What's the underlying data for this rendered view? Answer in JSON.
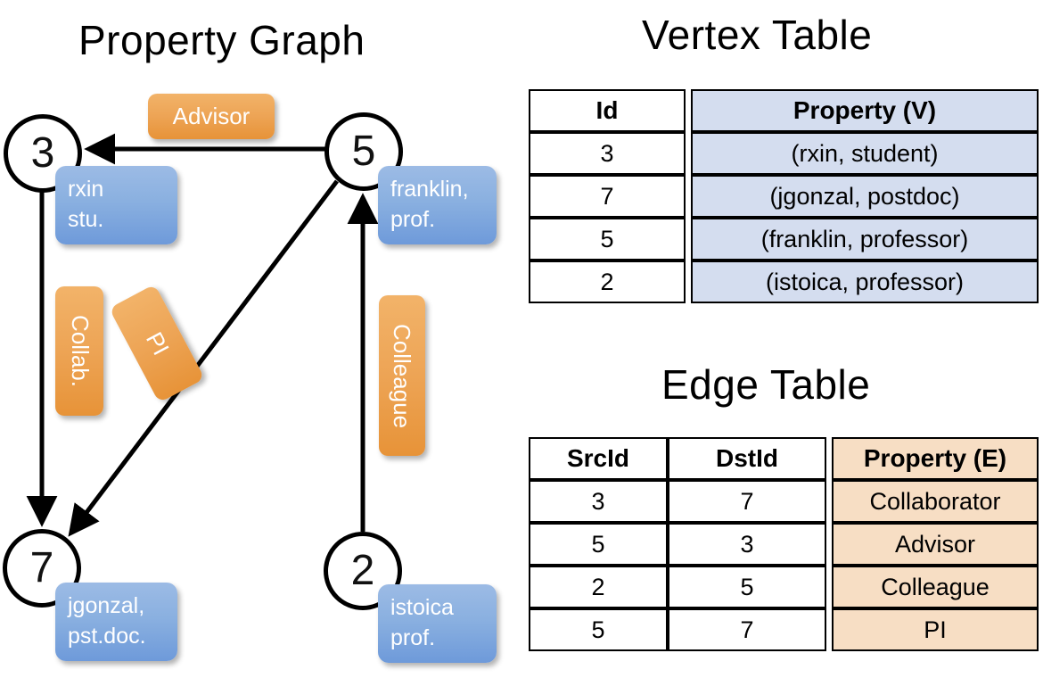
{
  "titles": {
    "property_graph": "Property Graph",
    "vertex_table": "Vertex Table",
    "edge_table": "Edge Table"
  },
  "colors": {
    "vertex_property_fill": "#d4ddef",
    "edge_property_fill": "#f7dec4",
    "node_box_blue": "#8ab0e0",
    "edge_label_orange": "#eda455",
    "stroke": "#000000",
    "background": "#ffffff"
  },
  "graph": {
    "nodes": [
      {
        "id": "3",
        "label": "3",
        "property_line1": "rxin",
        "property_line2": "stu."
      },
      {
        "id": "5",
        "label": "5",
        "property_line1": "franklin,",
        "property_line2": "prof."
      },
      {
        "id": "7",
        "label": "7",
        "property_line1": "jgonzal,",
        "property_line2": "pst.doc."
      },
      {
        "id": "2",
        "label": "2",
        "property_line1": "istoica",
        "property_line2": "prof."
      }
    ],
    "edge_labels": [
      {
        "name": "advisor",
        "text": "Advisor",
        "orientation": "horizontal"
      },
      {
        "name": "collab",
        "text": "Collab.",
        "orientation": "vertical"
      },
      {
        "name": "pi",
        "text": "PI",
        "orientation": "vertical-tilted"
      },
      {
        "name": "colleague",
        "text": "Colleague",
        "orientation": "vertical"
      }
    ],
    "edges": [
      {
        "src": "5",
        "dst": "3",
        "label": "Advisor"
      },
      {
        "src": "3",
        "dst": "7",
        "label": "Collab."
      },
      {
        "src": "5",
        "dst": "7",
        "label": "PI"
      },
      {
        "src": "2",
        "dst": "5",
        "label": "Colleague"
      }
    ]
  },
  "vertex_table": {
    "headers": [
      "Id",
      "Property (V)"
    ],
    "rows": [
      {
        "id": "3",
        "property": "(rxin, student)"
      },
      {
        "id": "7",
        "property": "(jgonzal, postdoc)"
      },
      {
        "id": "5",
        "property": "(franklin, professor)"
      },
      {
        "id": "2",
        "property": "(istoica, professor)"
      }
    ]
  },
  "edge_table": {
    "headers": [
      "SrcId",
      "DstId",
      "Property (E)"
    ],
    "rows": [
      {
        "src": "3",
        "dst": "7",
        "property": "Collaborator"
      },
      {
        "src": "5",
        "dst": "3",
        "property": "Advisor"
      },
      {
        "src": "2",
        "dst": "5",
        "property": "Colleague"
      },
      {
        "src": "5",
        "dst": "7",
        "property": "PI"
      }
    ]
  }
}
